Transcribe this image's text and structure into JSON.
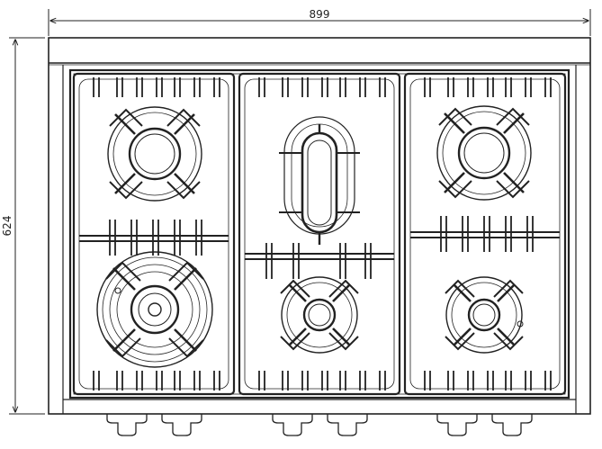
{
  "dimensions": {
    "width_label": "899",
    "depth_label": "624"
  },
  "cooktop": {
    "burners": [
      {
        "id": "rear-left",
        "size": "medium"
      },
      {
        "id": "front-left",
        "size": "large"
      },
      {
        "id": "center-rear",
        "size": "oval-fish"
      },
      {
        "id": "center-front",
        "size": "small"
      },
      {
        "id": "rear-right",
        "size": "medium"
      },
      {
        "id": "front-right",
        "size": "small"
      }
    ],
    "knob_count": 6
  },
  "colors": {
    "line": "#222222",
    "background": "#ffffff"
  }
}
